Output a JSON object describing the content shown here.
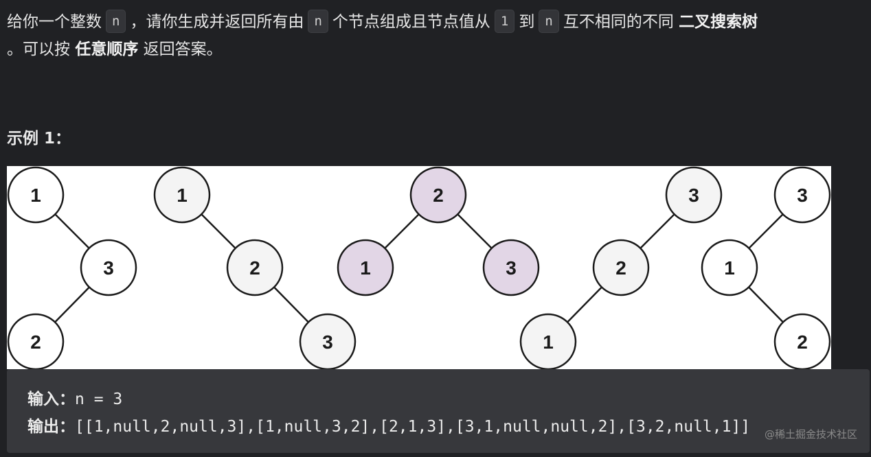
{
  "description": {
    "part1": "给你一个整数",
    "code_n1": "n",
    "part2": "，请你生成并返回所有由",
    "code_n2": "n",
    "part3": "个节点组成且节点值从",
    "code_1": "1",
    "part4": "到",
    "code_n3": "n",
    "part5": "互不相同的不同",
    "bold1": "二叉搜索树",
    "part6": "。可以按",
    "bold2": "任意顺序",
    "part7": "返回答案。"
  },
  "example": {
    "heading": "示例 1：",
    "trees": [
      {
        "nodes": [
          "1",
          "3",
          "2"
        ],
        "fill": "#ffffff"
      },
      {
        "nodes": [
          "1",
          "2",
          "3"
        ],
        "fill": "#f4f4f4"
      },
      {
        "nodes": [
          "2",
          "1",
          "3"
        ],
        "fill": "#e2d6e6"
      },
      {
        "nodes": [
          "3",
          "2",
          "1"
        ],
        "fill": "#f4f4f4"
      },
      {
        "nodes": [
          "3",
          "1",
          "2"
        ],
        "fill": "#ffffff"
      }
    ],
    "input_label": "输入：",
    "input_value": "n = 3",
    "output_label": "输出：",
    "output_value": "[[1,null,2,null,3],[1,null,3,2],[2,1,3],[3,1,null,null,2],[3,2,null,1]]"
  },
  "watermark": "@稀土掘金技术社区"
}
